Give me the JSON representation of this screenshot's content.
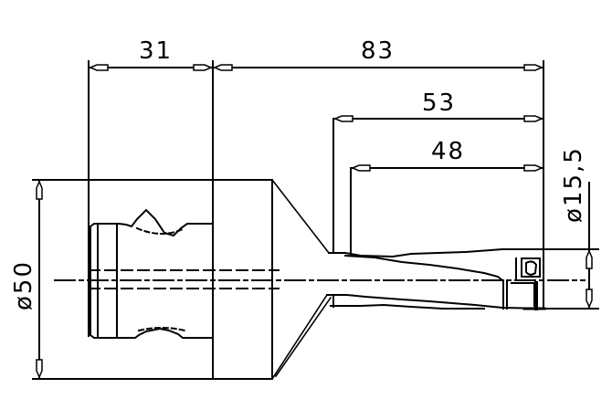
{
  "drawing": {
    "type": "technical-drawing",
    "subject": "tool holder / boring bar side view",
    "colors": {
      "line": "#000000",
      "background": "#ffffff"
    }
  },
  "dimensions": {
    "length_shank_clamp": "31",
    "overall_length": "83",
    "neck_length_outer": "53",
    "neck_length_inner": "48",
    "body_diameter": "ø50",
    "tip_diameter": "ø15,5"
  }
}
